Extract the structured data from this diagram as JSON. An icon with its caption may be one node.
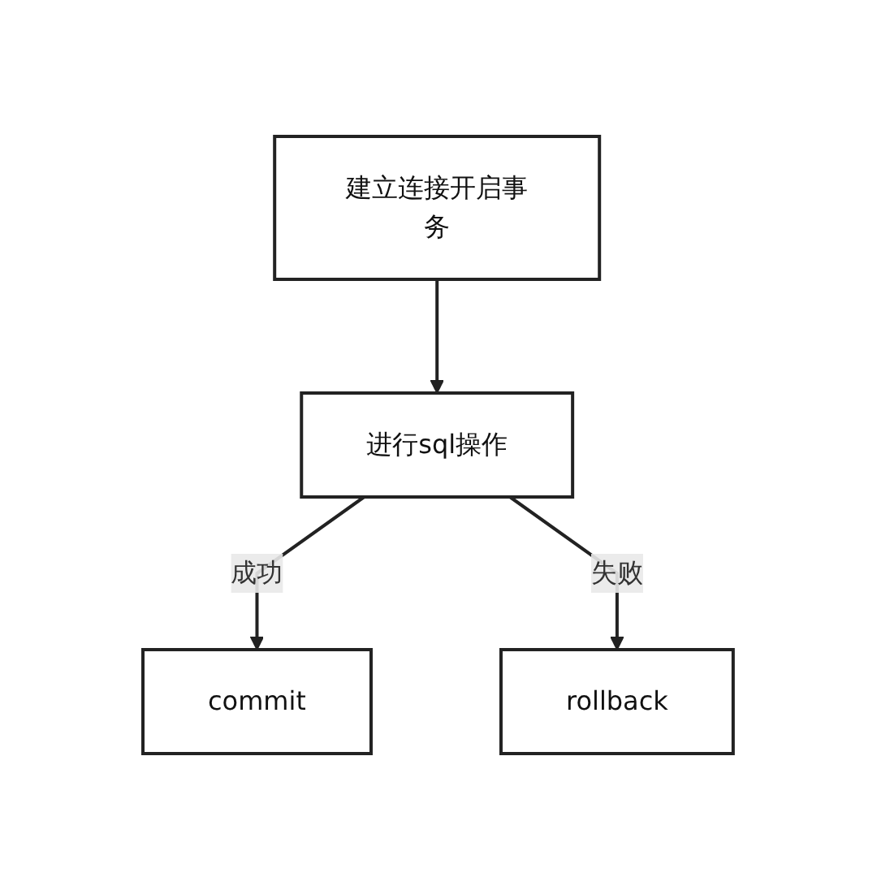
{
  "diagram": {
    "nodes": [
      {
        "text": [
          "建立连接开启事务"
        ]
      },
      {
        "text": [
          "进行sql操作"
        ]
      },
      {
        "text": [
          "commit"
        ]
      },
      {
        "text": [
          "rollback"
        ]
      }
    ],
    "edges": [
      {
        "from": 0,
        "to": 1,
        "arrow": "to"
      },
      {
        "from": 1,
        "to": 2,
        "arrow": "to",
        "label": "成功"
      },
      {
        "from": 1,
        "to": 3,
        "arrow": "to",
        "label": "失败"
      }
    ]
  }
}
